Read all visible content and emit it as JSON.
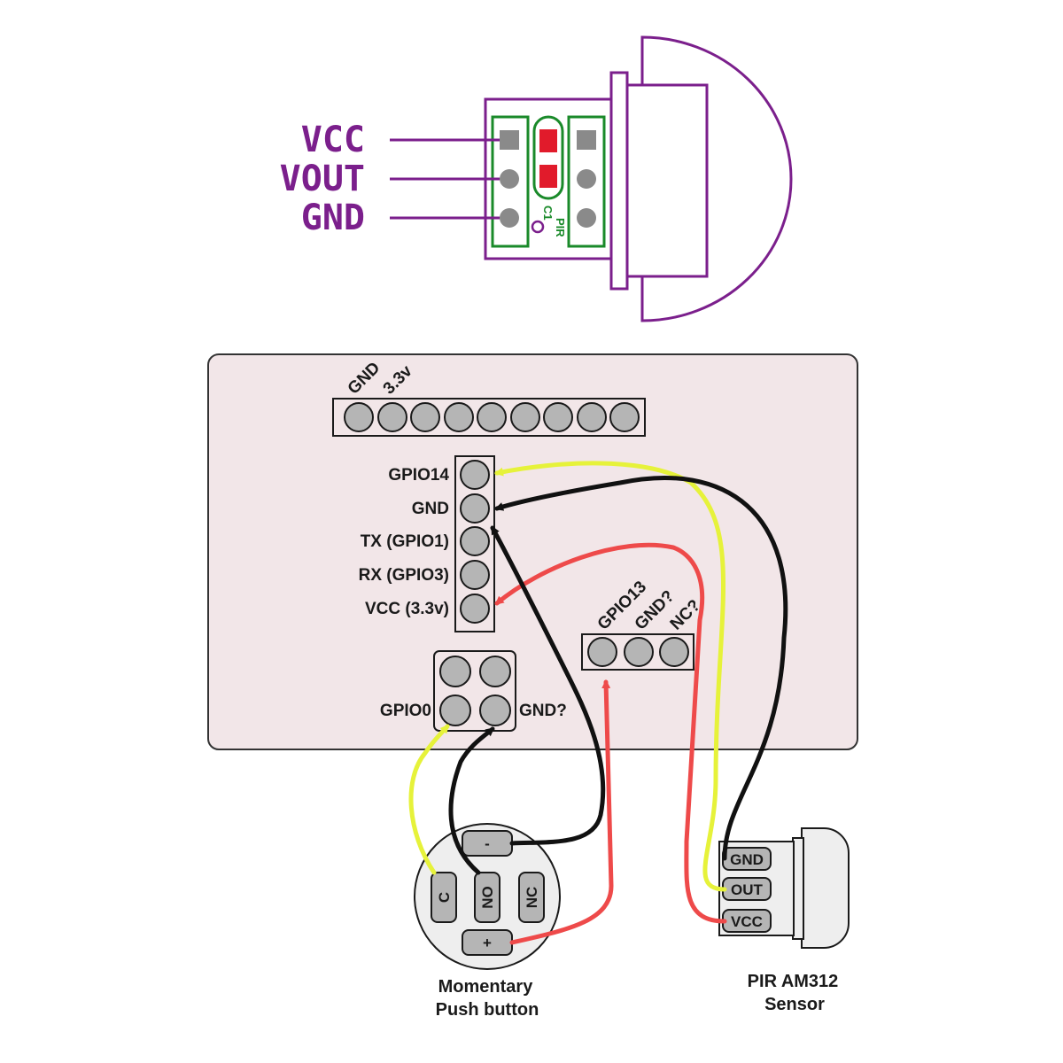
{
  "pir_module": {
    "pins": [
      "VCC",
      "VOUT",
      "GND"
    ],
    "silk_c1": "C1",
    "silk_pir": "PIR"
  },
  "board": {
    "top_header_labels": [
      "GND",
      "3.3v"
    ],
    "side_header_labels": [
      "GPIO14",
      "GND",
      "TX (GPIO1)",
      "RX (GPIO3)",
      "VCC (3.3v)"
    ],
    "small_header_labels": [
      "GPIO13",
      "GND?",
      "NC?"
    ],
    "quad_labels": [
      "GPIO0",
      "GND?"
    ]
  },
  "button": {
    "terminals": [
      "-",
      "C",
      "NO",
      "NC",
      "+"
    ],
    "caption_line1": "Momentary",
    "caption_line2": "Push button"
  },
  "sensor": {
    "pins": [
      "GND",
      "OUT",
      "VCC"
    ],
    "caption_line1": "PIR AM312",
    "caption_line2": "Sensor"
  },
  "colors": {
    "pir_outline": "#7b1f8c",
    "pcb_green": "#1a8a2a",
    "board_fill": "#f2e6e8",
    "wire_yellow": "#e6f23a",
    "wire_black": "#111111",
    "wire_red": "#ee4a4a"
  }
}
